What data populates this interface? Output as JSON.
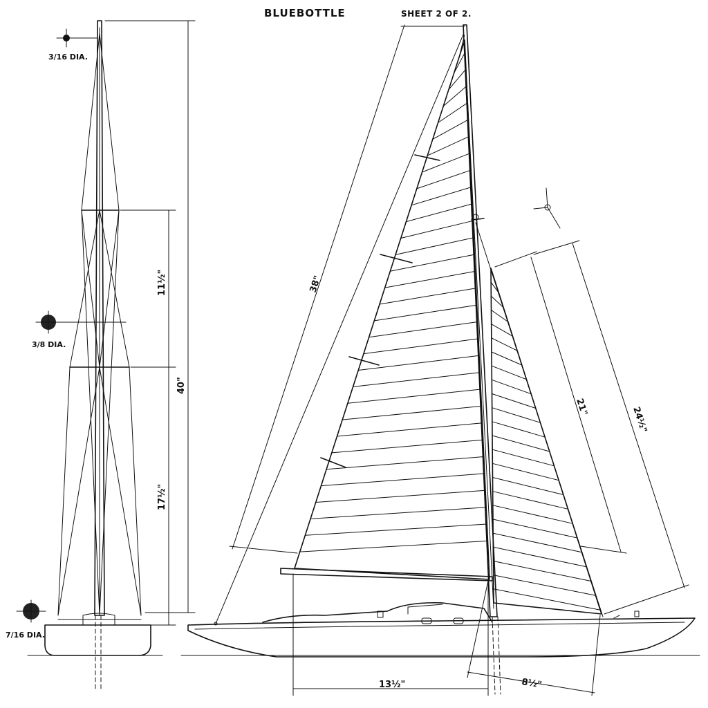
{
  "header": {
    "title": "BLUEBOTTLE",
    "sheet": "SHEET 2 OF 2."
  },
  "dimensions": {
    "mast_total": "40\"",
    "upper_spread": "11½\"",
    "lower_spread": "17½\"",
    "mainsail_luff": "38\"",
    "jib_inner": "21\"",
    "jib_outer": "24½\"",
    "boom_length": "13½\"",
    "jib_foot": "8½\""
  },
  "diameters": {
    "top": "3/16 DIA.",
    "middle": "3/8 DIA.",
    "bottom": "7/16 DIA."
  }
}
